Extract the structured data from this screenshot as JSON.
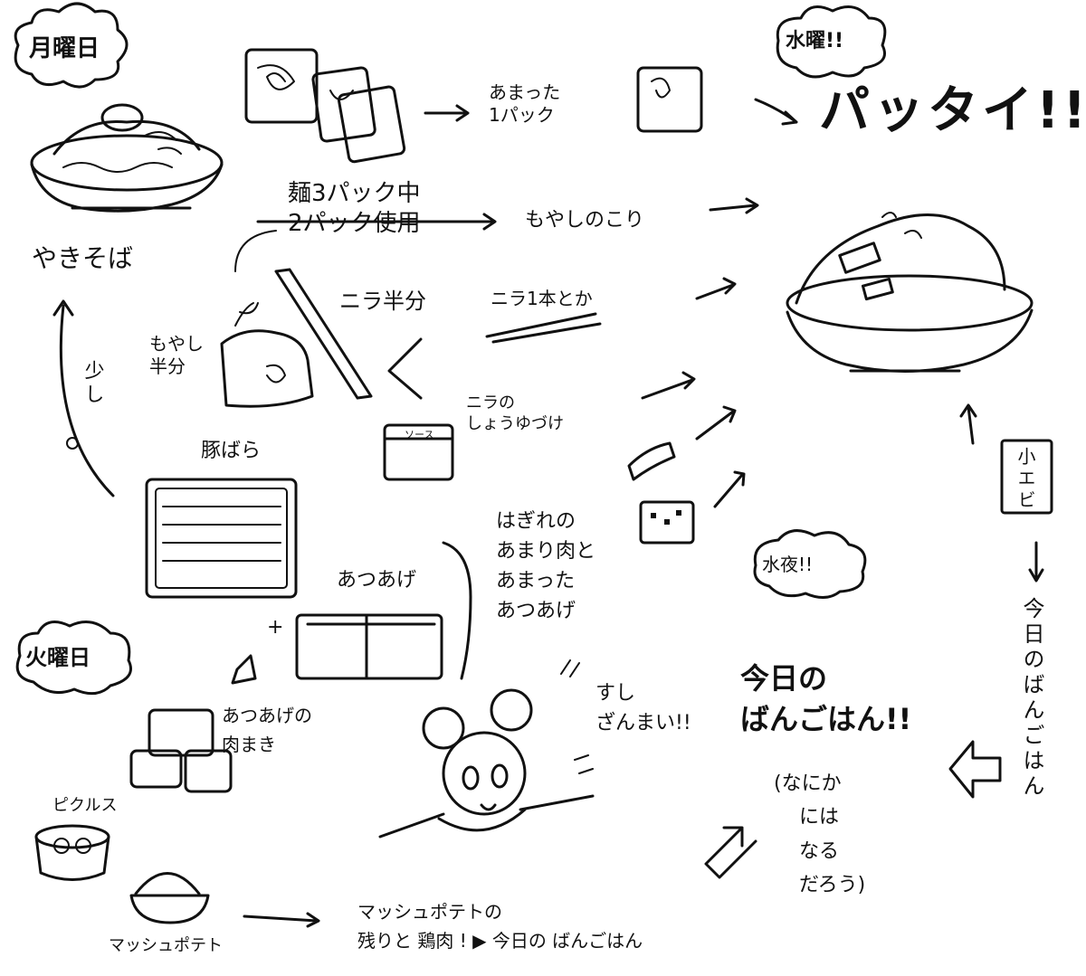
{
  "monday": {
    "title": "月曜日",
    "dish": "やきそば",
    "noodles_note": "麺3パック中\n2パック使用",
    "moyashi_half": "もやし\n半分",
    "nira_half": "ニラ半分",
    "pork": "豚ばら",
    "little": "少し"
  },
  "middle": {
    "leftover_pack": "あまった\n1パック",
    "moyashi_rest": "もやしのこり",
    "nira_one": "ニラ1本とか",
    "nira_ginger": "ニラの\nしょうゆづけ",
    "leftover_meat": "はぎれの\nあまり肉と\nあまった\nあつあげ",
    "pack_label": "ソース"
  },
  "wednesday": {
    "title": "水曜!!",
    "dish": "パッタイ!!",
    "shrimp": "小エビ",
    "night": "水夜!!",
    "today_vertical": "今日のばんごはん"
  },
  "tuesday": {
    "title": "火曜日",
    "atsuage": "あつあげ",
    "plus": "+",
    "atsuage_rolls": "あつあげの\n肉まき",
    "pickles": "ピクルス",
    "mashed": "マッシュポテト",
    "bottom_text": "マッシュポテトの\n残りと 鶏肉 ! ▶ 今日の ばんごはん"
  },
  "center": {
    "sorry": "すし\nざんまい!!",
    "today": "今日の\nばんごはん!!",
    "aside": "(なにか\n    には\n    なる\n    だろう)"
  }
}
